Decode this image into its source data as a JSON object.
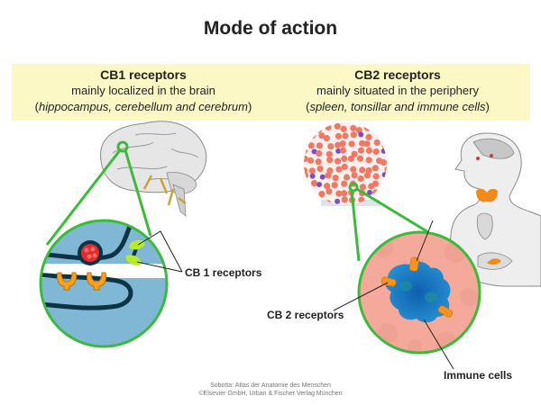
{
  "title": "Mode of action",
  "cb1": {
    "heading": "CB1 receptors",
    "subtitle": "mainly localized in the brain",
    "detail_open": "(",
    "detail_italic": "hippocampus, cerebellum and cerebrum",
    "detail_close": ")"
  },
  "cb2": {
    "heading": "CB2 receptors",
    "subtitle": "mainly situated in the periphery",
    "detail_open": "(",
    "detail_italic": "spleen, tonsillar and immune cells",
    "detail_close": ")"
  },
  "labels": {
    "cb1_receptors": "CB 1 receptors",
    "cb2_receptors": "CB 2 receptors",
    "immune_cells": "Immune cells"
  },
  "credit": {
    "line1": "Sobotta: Atlas der Anatomie des Menschen",
    "line2": "©Elsevier GmbH, Urban & Fischer Verlag München"
  },
  "colors": {
    "band": "#fbf8c6",
    "zoom_outline": "#3cba3c",
    "cb1_receptor": "#b6ea2a",
    "cb2_receptor": "#f7931e",
    "immune_cell": "#1b7fc4",
    "tissue": "#f4a99a",
    "neuron_fill": "#7fb7d4"
  }
}
